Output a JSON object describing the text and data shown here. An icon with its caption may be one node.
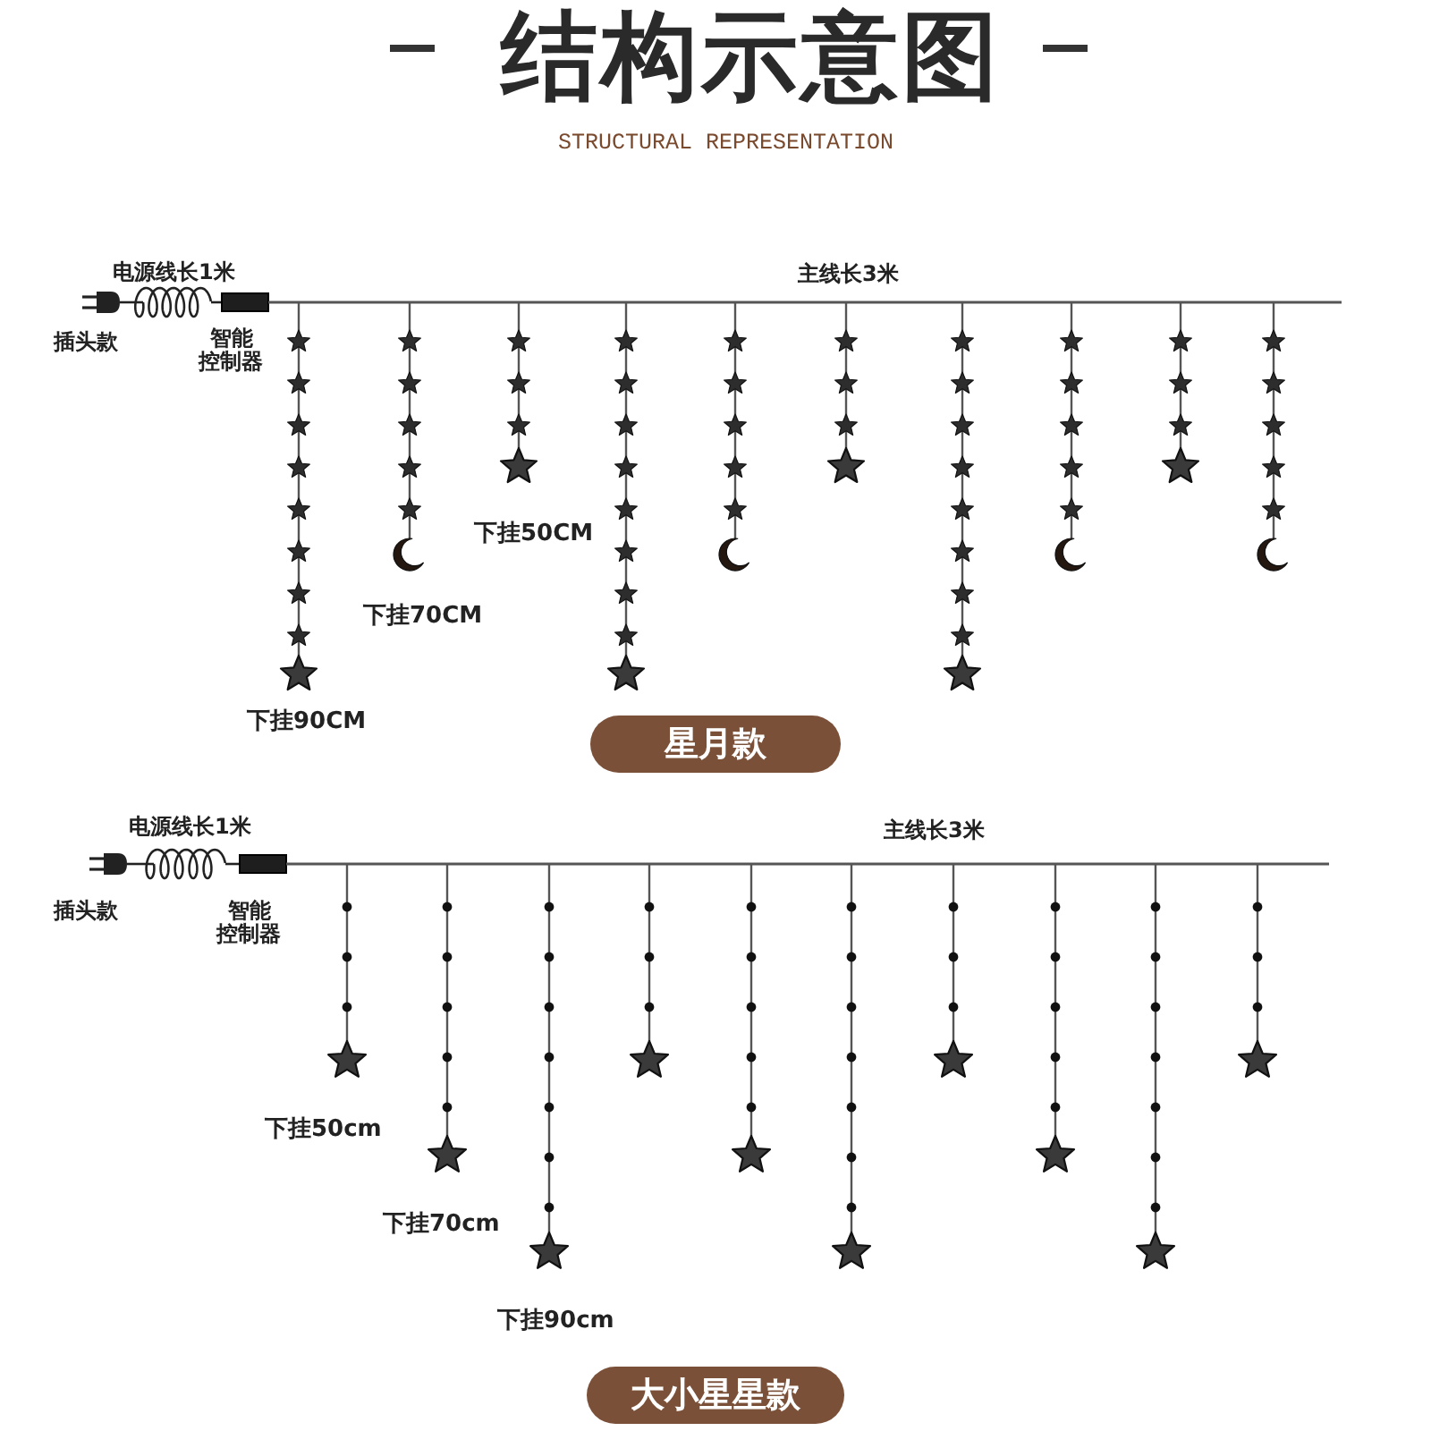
{
  "diagram": {
    "title": "结构示意图",
    "nodes": [
      {
        "text": [
          "星月款"
        ]
      },
      {
        "text": [
          "大小星星款"
        ]
      }
    ],
    "labels": [
      "STRUCTURAL REPRESENTATION",
      "电源线长1米",
      "主线长3米",
      "插头款",
      "智能控制器",
      "下挂50CM",
      "下挂70CM",
      "下挂90CM",
      "电源线长1米",
      "主线长3米",
      "插头款",
      "智能控制器",
      "下挂50cm",
      "下挂70cm",
      "下挂90cm"
    ]
  }
}
